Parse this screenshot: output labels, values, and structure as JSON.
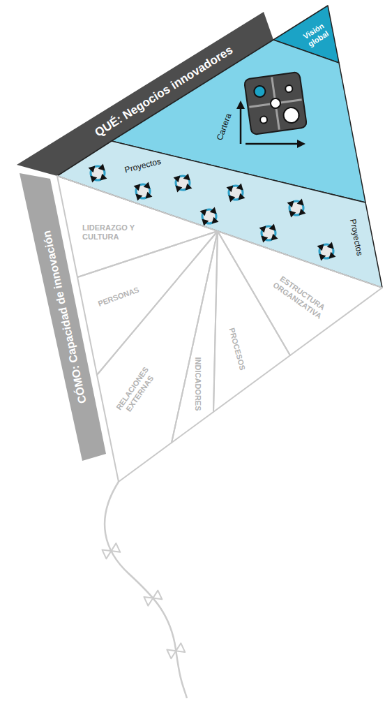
{
  "diagram": {
    "nodes": [
      {
        "text": [
          "QUÉ: Negocios innovadores"
        ]
      },
      {
        "text": [
          "Visión global"
        ]
      },
      {
        "text": [
          "Cartera"
        ]
      },
      {
        "text": [
          "Proyectos",
          "Proyectos"
        ]
      },
      {
        "text": [
          "CÓMO: Capacidad de innovación"
        ]
      },
      {
        "text": [
          "LIDERAZGO Y CULTURA"
        ]
      },
      {
        "text": [
          "PERSONAS"
        ]
      },
      {
        "text": [
          "RELACIONES EXTERNAS"
        ]
      },
      {
        "text": [
          "INDICADORES"
        ]
      },
      {
        "text": [
          "PROCESOS"
        ]
      },
      {
        "text": [
          "ESTRUCTURA ORGANIZATIVA"
        ]
      }
    ]
  }
}
